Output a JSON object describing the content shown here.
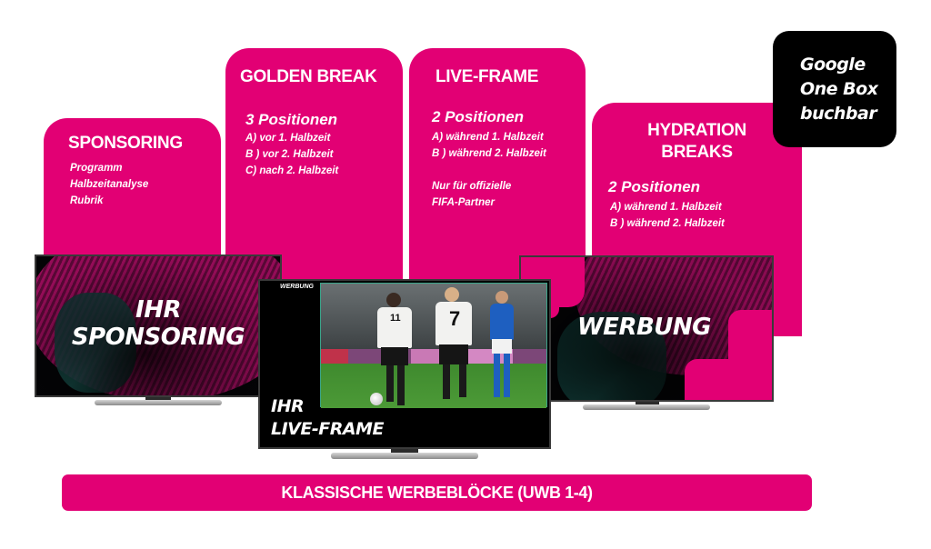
{
  "colors": {
    "magenta": "#e20074",
    "black": "#000000",
    "white": "#ffffff"
  },
  "cards": {
    "sponsoring": {
      "title": "SPONSORING",
      "lines": [
        "Programm",
        "Halbzeitanalyse",
        "Rubrik"
      ]
    },
    "golden_break": {
      "title": "GOLDEN BREAK",
      "subtitle": "3 Positionen",
      "lines": [
        "A) vor 1. Halbzeit",
        "B ) vor 2. Halbzeit",
        "C)  nach 2. Halbzeit"
      ]
    },
    "live_frame": {
      "title": "LIVE-FRAME",
      "subtitle": "2 Positionen",
      "lines": [
        "A)  während  1. Halbzeit",
        "B )  während 2. Halbzeit"
      ],
      "note": [
        "Nur für offizielle",
        "FIFA-Partner"
      ]
    },
    "hydration": {
      "title_lines": [
        "HYDRATION",
        "BREAKS"
      ],
      "subtitle": "2 Positionen",
      "lines": [
        "A) während 1. Halbzeit",
        "B ) während 2. Halbzeit"
      ]
    }
  },
  "google_box": {
    "lines": [
      "Google",
      "One Box",
      "buchbar"
    ]
  },
  "tvs": {
    "sponsoring": {
      "label_lines": [
        "IHR",
        "SPONSORING"
      ]
    },
    "live_frame": {
      "corner_tag": "WERBUNG",
      "label_lines": [
        "IHR",
        "LIVE-FRAME"
      ],
      "player_numbers": [
        "11",
        "7"
      ]
    },
    "werbung": {
      "label": "WERBUNG"
    }
  },
  "bottom_bar": {
    "label": "KLASSISCHE WERBEBLÖCKE (UWB 1-4)"
  }
}
